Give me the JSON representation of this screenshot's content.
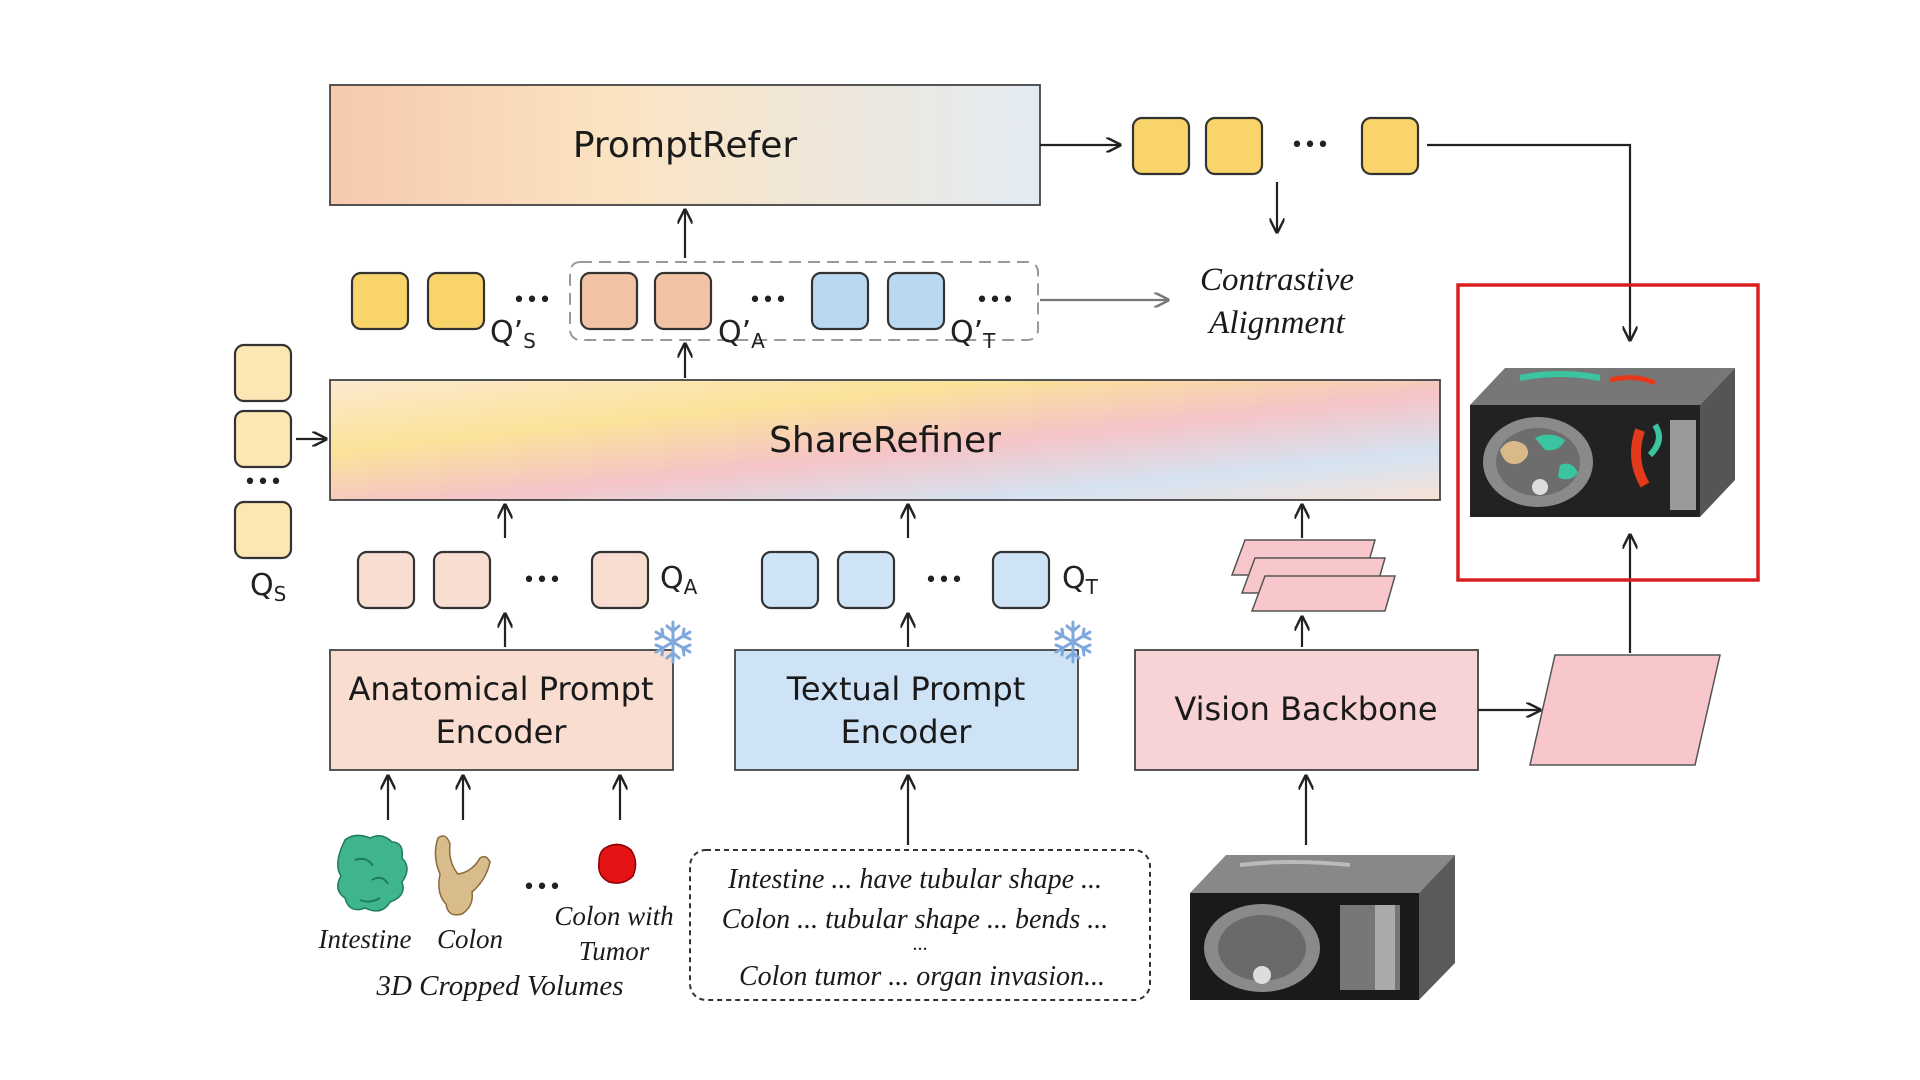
{
  "colors": {
    "yellow_token": "#F8D46A",
    "yellow_light": "#FBE6B4",
    "peach_token": "#F3C3A6",
    "peach_light": "#F8DDD0",
    "blue_token": "#BBD8F2",
    "blue_light": "#CFE3F7",
    "pink": "#F7C7CC",
    "highlight_red": "#D81E1E",
    "outline": "#333333"
  },
  "blocks": {
    "prompt_refer": "PromptRefer",
    "share_refiner": "ShareRefiner",
    "anatomical_encoder": [
      "Anatomical Prompt",
      "Encoder"
    ],
    "textual_encoder": [
      "Textual Prompt",
      "Encoder"
    ],
    "vision_backbone": "Vision Backbone"
  },
  "labels": {
    "contrastive": [
      "Contrastive",
      "Alignment"
    ],
    "qs_prime": "Q’",
    "qs_prime_sub": "S",
    "qa_prime": "Q’",
    "qa_prime_sub": "A",
    "qt_prime": "Q’",
    "qt_prime_sub": "T",
    "qs": "Q",
    "qs_sub": "S",
    "qa": "Q",
    "qa_sub": "A",
    "qt": "Q",
    "qt_sub": "T",
    "ellipsis": "•••"
  },
  "volumes": {
    "items": [
      "Intestine",
      "Colon"
    ],
    "tumor": [
      "Colon with",
      "Tumor"
    ],
    "caption": "3D Cropped Volumes"
  },
  "text_prompts": {
    "line1": "Intestine ... have tubular shape  ...",
    "line2": "Colon ... tubular shape  ... bends ...",
    "dots": "...",
    "line3": "Colon tumor ... organ invasion..."
  },
  "icons": [
    "snowflake-icon",
    "ct-volume-image",
    "segmentation-output-image",
    "organ-mesh-image"
  ]
}
